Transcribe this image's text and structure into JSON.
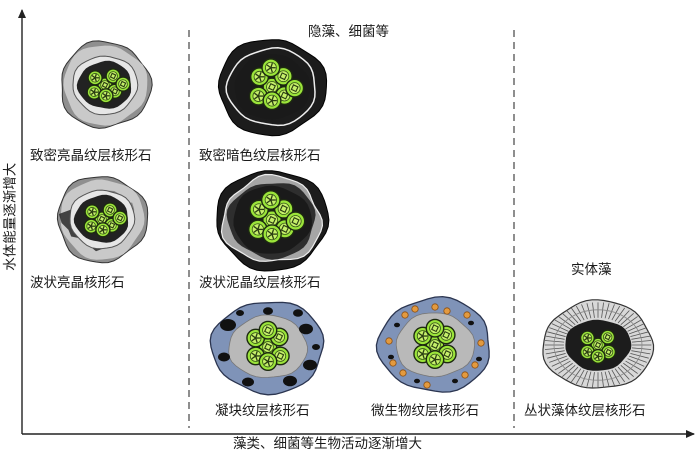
{
  "axes": {
    "x_label": "藻类、细菌等生物活动逐渐增大",
    "y_label": "水体能量逐渐增大"
  },
  "sections": {
    "middle_header": "隐藻、细菌等",
    "right_header": "实体藻"
  },
  "oncoids": [
    {
      "id": "dense-bright",
      "label": "致密亮晶纹层核形石"
    },
    {
      "id": "wavy-bright",
      "label": "波状亮晶核形石"
    },
    {
      "id": "dense-dark",
      "label": "致密暗色纹层核形石"
    },
    {
      "id": "wavy-micrite",
      "label": "波状泥晶纹层核形石"
    },
    {
      "id": "clotted",
      "label": "凝块纹层核形石"
    },
    {
      "id": "microbial",
      "label": "微生物纹层核形石"
    },
    {
      "id": "clustered-algae",
      "label": "丛状藻体纹层核形石"
    }
  ],
  "colors": {
    "grain_green": "#9be43a",
    "grain_inner": "#c6f06a",
    "bright_cortex": "#c9c9c9",
    "dark_cortex": "#1c1c1c",
    "blue_cortex": "#7f93b8",
    "orange_dots": "#e39a3f",
    "axis": "#222222"
  }
}
